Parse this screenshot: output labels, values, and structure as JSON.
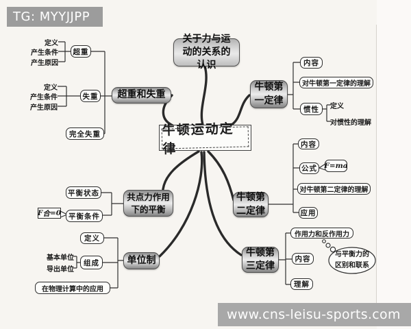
{
  "header": {
    "tg_label": "TG: MYYJJPP"
  },
  "footer": {
    "watermark_url": "www.cns-leisu-sports.com"
  },
  "mindmap": {
    "root_label": "牛顿运动定律",
    "force_motion_note": "关于力与运动的关系的认识",
    "overweight_weightless": {
      "label": "超重和失重",
      "overweight": {
        "label": "超重",
        "items": [
          "定义",
          "产生条件",
          "产生原因"
        ]
      },
      "weightless": {
        "label": "失重",
        "items": [
          "定义",
          "产生条件",
          "产生原因"
        ]
      },
      "complete_weightless": {
        "label": "完全失重"
      }
    },
    "first_law": {
      "label": "牛顿第一定律",
      "content": "内容",
      "understanding": "对牛顿第一定律的理解",
      "inertia": {
        "label": "惯性",
        "definition": "定义",
        "understanding": "对惯性的理解"
      }
    },
    "second_law": {
      "label": "牛顿第二定律",
      "content": "内容",
      "formula": "公式",
      "formula_value": "F=ma",
      "understanding": "对牛顿第二定律的理解",
      "application": "应用"
    },
    "third_law": {
      "label": "牛顿第三定律",
      "action_reaction": "作用力和反作用力",
      "content": "内容",
      "understanding": "理解",
      "balance_note": "与平衡力的区别和联系"
    },
    "equilibrium": {
      "label": "共点力作用下的平衡",
      "state": "平衡状态",
      "condition": "平衡条件",
      "condition_formula": {
        "f": "F",
        "sub": "合",
        "rest": "=0"
      }
    },
    "unit_system": {
      "label": "单位制",
      "definition": "定义",
      "composition": "组成",
      "basic_unit": "基本单位",
      "derived_unit": "导出单位",
      "application": "在物理计算中的应用"
    }
  }
}
